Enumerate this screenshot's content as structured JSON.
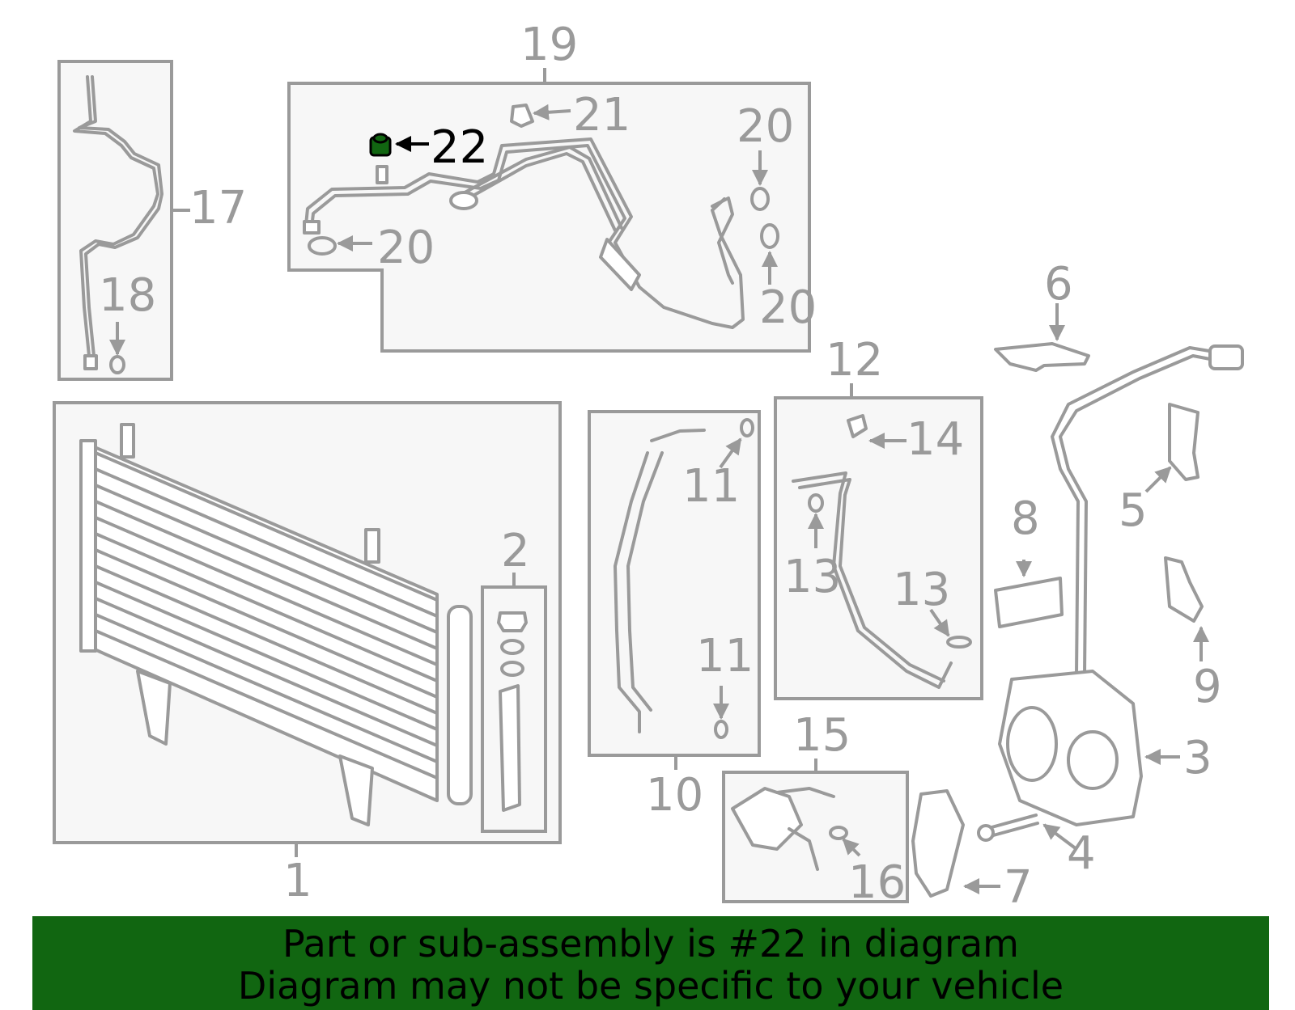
{
  "diagram": {
    "highlight_color": "#116611",
    "line_color": "#9a9a9a",
    "callouts": {
      "c1": "1",
      "c2": "2",
      "c3": "3",
      "c4": "4",
      "c5": "5",
      "c6": "6",
      "c7": "7",
      "c8": "8",
      "c9": "9",
      "c10": "10",
      "c11a": "11",
      "c11b": "11",
      "c12": "12",
      "c13a": "13",
      "c13b": "13",
      "c14": "14",
      "c15": "15",
      "c16": "16",
      "c17": "17",
      "c18": "18",
      "c19": "19",
      "c20a": "20",
      "c20b": "20",
      "c20c": "20",
      "c21": "21",
      "c22": "22"
    }
  },
  "banner": {
    "line1": "Part or sub-assembly is #22 in diagram",
    "line2": "Diagram may not be specific to your vehicle"
  }
}
